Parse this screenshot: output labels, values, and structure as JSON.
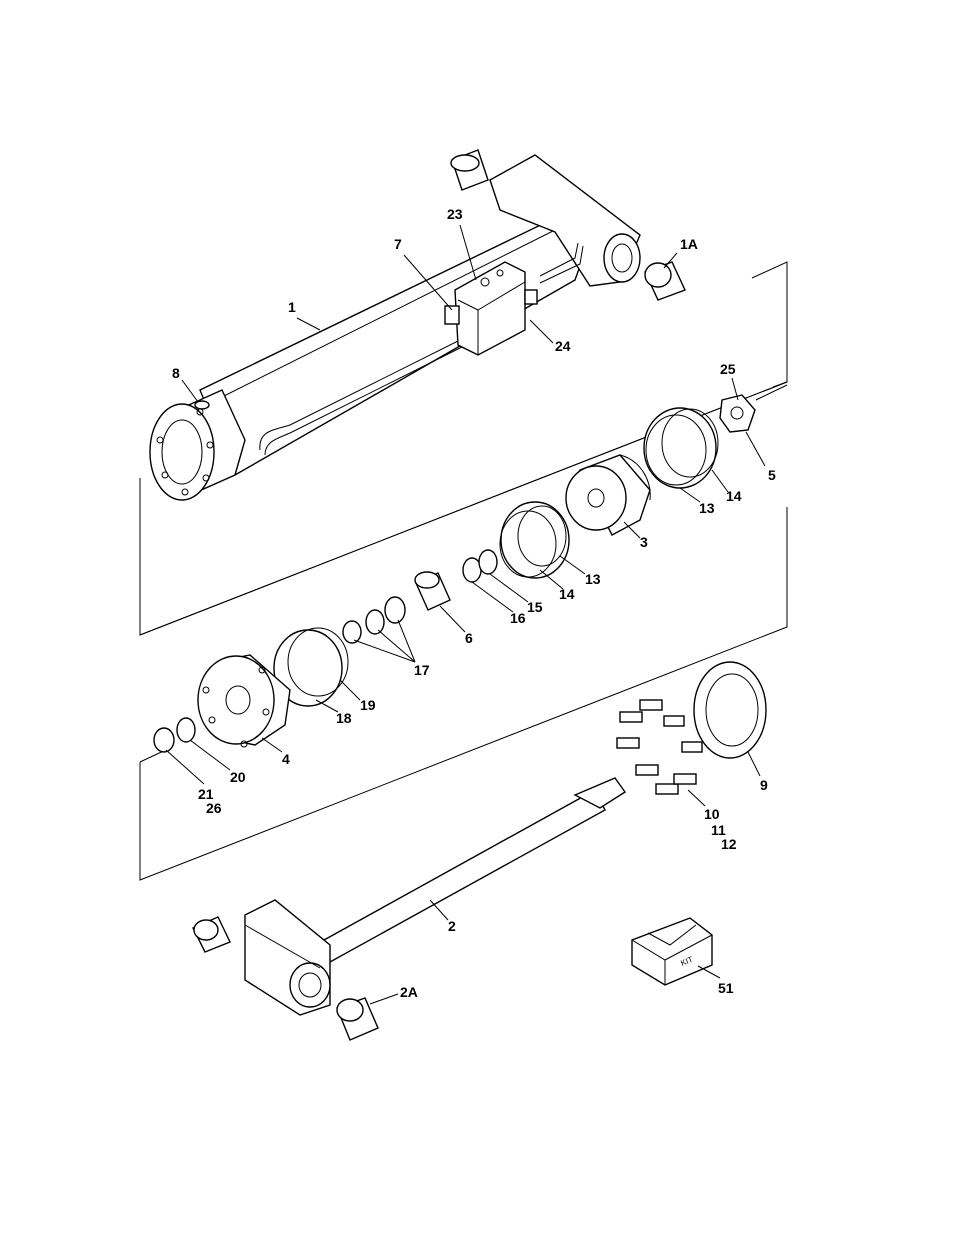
{
  "callouts": {
    "c1": "1",
    "c1A": "1A",
    "c2": "2",
    "c2A": "2A",
    "c3": "3",
    "c4": "4",
    "c5": "5",
    "c6": "6",
    "c7": "7",
    "c8": "8",
    "c9": "9",
    "c10": "10",
    "c11": "11",
    "c12": "12",
    "c13a": "13",
    "c13b": "13",
    "c14a": "14",
    "c14b": "14",
    "c15": "15",
    "c16": "16",
    "c17": "17",
    "c18": "18",
    "c19": "19",
    "c20": "20",
    "c21": "21",
    "c23": "23",
    "c24": "24",
    "c25": "25",
    "c26": "26",
    "c51": "51"
  },
  "kit_label": "KIT"
}
